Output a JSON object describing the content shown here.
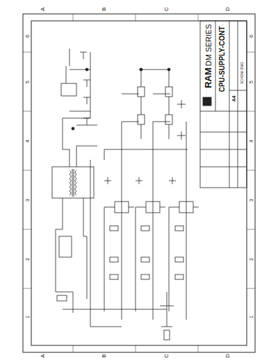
{
  "diagram": {
    "labels": [
      "A",
      "B",
      "C",
      "D",
      "A",
      "B",
      "C",
      "D",
      "6",
      "5",
      "4",
      "3",
      "2",
      "1",
      "6",
      "5",
      "4",
      "3",
      "2",
      "1",
      "RAM",
      "DM SERIES",
      "CPU-SUPPLY-CONT",
      "A4",
      "SCHDM.DWG"
    ]
  }
}
